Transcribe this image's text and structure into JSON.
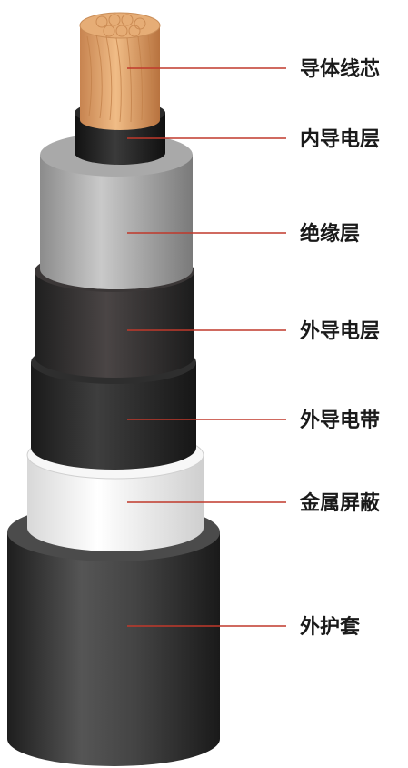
{
  "labels": [
    {
      "id": "conductor",
      "text": "导体线芯"
    },
    {
      "id": "inner-semiconductive",
      "text": "内导电层"
    },
    {
      "id": "insulation",
      "text": "绝缘层"
    },
    {
      "id": "outer-semiconductive",
      "text": "外导电层"
    },
    {
      "id": "semiconductive-tape",
      "text": "外导电带"
    },
    {
      "id": "metal-shield",
      "text": "金属屏蔽"
    },
    {
      "id": "outer-sheath",
      "text": "外护套"
    }
  ],
  "colors": {
    "leader_line": "#c0392b",
    "copper": "#d9a06a",
    "insulation": "#b5b5b5",
    "shield": "#f2f2f2",
    "sheath": "#3a3a3a"
  }
}
